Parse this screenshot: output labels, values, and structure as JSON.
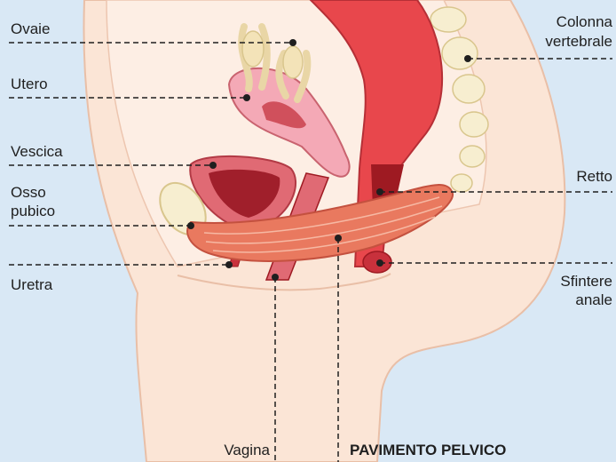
{
  "labels": {
    "ovaie": "Ovaie",
    "utero": "Utero",
    "vescica": "Vescica",
    "osso_pubico_1": "Osso",
    "osso_pubico_2": "pubico",
    "uretra": "Uretra",
    "colonna_1": "Colonna",
    "colonna_2": "vertebrale",
    "retto": "Retto",
    "sfintere_1": "Sfintere",
    "sfintere_2": "anale",
    "vagina": "Vagina",
    "pavimento": "PAVIMENTO PELVICO"
  },
  "colors": {
    "background": "#d9e8f5",
    "skin": "#fbe5d6",
    "skin_outline": "#e9bfa7",
    "organ_pink": "#f4a9b6",
    "organ_dark": "#c8313c",
    "rectum_red": "#e8474c",
    "muscle": "#e9795f",
    "bone": "#f7eed0",
    "leader_line": "#1f1f1f"
  }
}
